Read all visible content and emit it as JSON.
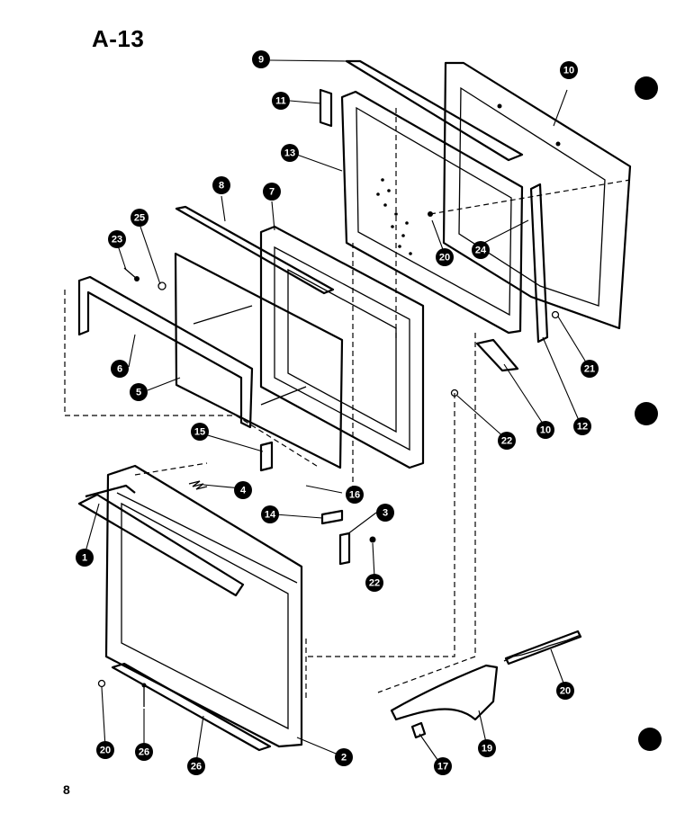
{
  "diagram": {
    "title": "A-13",
    "page_number": "8",
    "callouts": [
      "9",
      "11",
      "10",
      "13",
      "8",
      "7",
      "25",
      "23",
      "20",
      "24",
      "6",
      "5",
      "21",
      "22",
      "10",
      "12",
      "15",
      "4",
      "16",
      "14",
      "3",
      "1",
      "22",
      "20",
      "2",
      "26",
      "20",
      "26",
      "17",
      "19"
    ],
    "colors": {
      "ink": "#000000",
      "paper": "#ffffff"
    }
  }
}
